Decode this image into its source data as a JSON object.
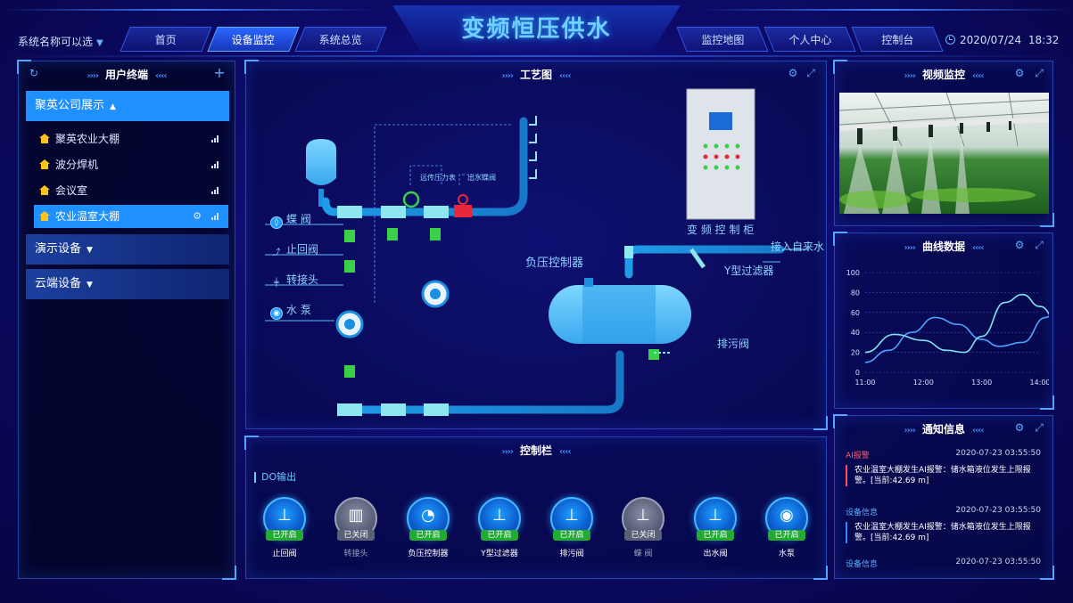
{
  "header": {
    "system_name": "系统名称可以选",
    "title": "变频恒压供水",
    "date": "2020/07/24",
    "time": "18:32",
    "nav_left": [
      "首页",
      "设备监控",
      "系统总览"
    ],
    "nav_right": [
      "监控地图",
      "个人中心",
      "控制台"
    ],
    "active_tab": "设备监控"
  },
  "sidebar": {
    "title": "用户终端",
    "groups": [
      {
        "label": "聚英公司展示",
        "expanded": true
      },
      {
        "label": "演示设备",
        "expanded": false
      },
      {
        "label": "云端设备",
        "expanded": false
      }
    ],
    "items": [
      {
        "label": "聚英农业大棚",
        "active": false
      },
      {
        "label": "波分焊机",
        "active": false
      },
      {
        "label": "会议室",
        "active": false
      },
      {
        "label": "农业温室大棚",
        "active": true
      }
    ]
  },
  "process": {
    "title": "工艺图",
    "legend": [
      "蝶 阀",
      "止回阀",
      "转接头",
      "水 泵"
    ],
    "labels": {
      "pressure_gauge": "远传压力表",
      "outlet_valve": "出水蝶阀",
      "cabinet": "变 频 控 制 柜",
      "water_in": "接入自来水",
      "y_filter": "Y型过滤器",
      "controller": "负压控制器",
      "drain": "排污阀"
    }
  },
  "video": {
    "title": "视频监控"
  },
  "curve": {
    "title": "曲线数据"
  },
  "chart_data": {
    "type": "line",
    "x": [
      "11:00",
      "12:00",
      "13:00",
      "14:00"
    ],
    "ylim": [
      0,
      100
    ],
    "yticks": [
      0,
      20,
      40,
      60,
      80,
      100
    ],
    "series": [
      {
        "color": "#4ea3ff",
        "points": [
          [
            0,
            10
          ],
          [
            0.4,
            22
          ],
          [
            0.8,
            40
          ],
          [
            1.2,
            55
          ],
          [
            1.6,
            48
          ],
          [
            2.0,
            33
          ],
          [
            2.3,
            26
          ],
          [
            2.7,
            30
          ],
          [
            3.1,
            55
          ],
          [
            3.45,
            86
          ],
          [
            3.7,
            60
          ],
          [
            3.85,
            48
          ]
        ]
      },
      {
        "color": "#7fe3f0",
        "points": [
          [
            0,
            20
          ],
          [
            0.5,
            38
          ],
          [
            1.0,
            32
          ],
          [
            1.4,
            22
          ],
          [
            1.7,
            20
          ],
          [
            2.0,
            36
          ],
          [
            2.4,
            70
          ],
          [
            2.7,
            78
          ],
          [
            3.0,
            66
          ],
          [
            3.3,
            52
          ],
          [
            3.55,
            58
          ],
          [
            3.85,
            92
          ]
        ]
      }
    ]
  },
  "control": {
    "title": "控制栏",
    "section": "DO输出",
    "buttons": [
      {
        "name": "止回阀",
        "state": "已开启",
        "on": true,
        "icon": "check-valve-icon"
      },
      {
        "name": "转接头",
        "state": "已关闭",
        "on": false,
        "icon": "adapter-icon"
      },
      {
        "name": "负压控制器",
        "state": "已开启",
        "on": true,
        "icon": "pressure-gauge-icon"
      },
      {
        "name": "Y型过滤器",
        "state": "已开启",
        "on": true,
        "icon": "filter-icon"
      },
      {
        "name": "排污阀",
        "state": "已开启",
        "on": true,
        "icon": "drain-valve-icon"
      },
      {
        "name": "蝶 阀",
        "state": "已关闭",
        "on": false,
        "icon": "butterfly-valve-icon"
      },
      {
        "name": "出水阀",
        "state": "已开启",
        "on": true,
        "icon": "outlet-valve-icon"
      },
      {
        "name": "水泵",
        "state": "已开启",
        "on": true,
        "icon": "pump-icon"
      }
    ]
  },
  "notice": {
    "title": "通知信息",
    "entries": [
      {
        "type": "AI报警",
        "time": "2020-07-23 03:55:50",
        "text": "农业温室大棚发生AI报警：储水箱液位发生上限报警。[当前:42.69 m]",
        "alarm": true
      },
      {
        "type": "设备信息",
        "time": "2020-07-23 03:55:50",
        "text": "农业温室大棚发生AI报警：储水箱液位发生上限报警。[当前:42.69 m]",
        "alarm": false
      },
      {
        "type": "设备信息",
        "time": "2020-07-23 03:55:50",
        "text": "",
        "alarm": false
      }
    ]
  },
  "colors": {
    "accent": "#1e90ff",
    "on": "#22aa33",
    "off": "#5c6077",
    "pipe": "#1b8fe0",
    "pipe_light": "#7fe3f0",
    "alarm": "#ff4a5a"
  }
}
